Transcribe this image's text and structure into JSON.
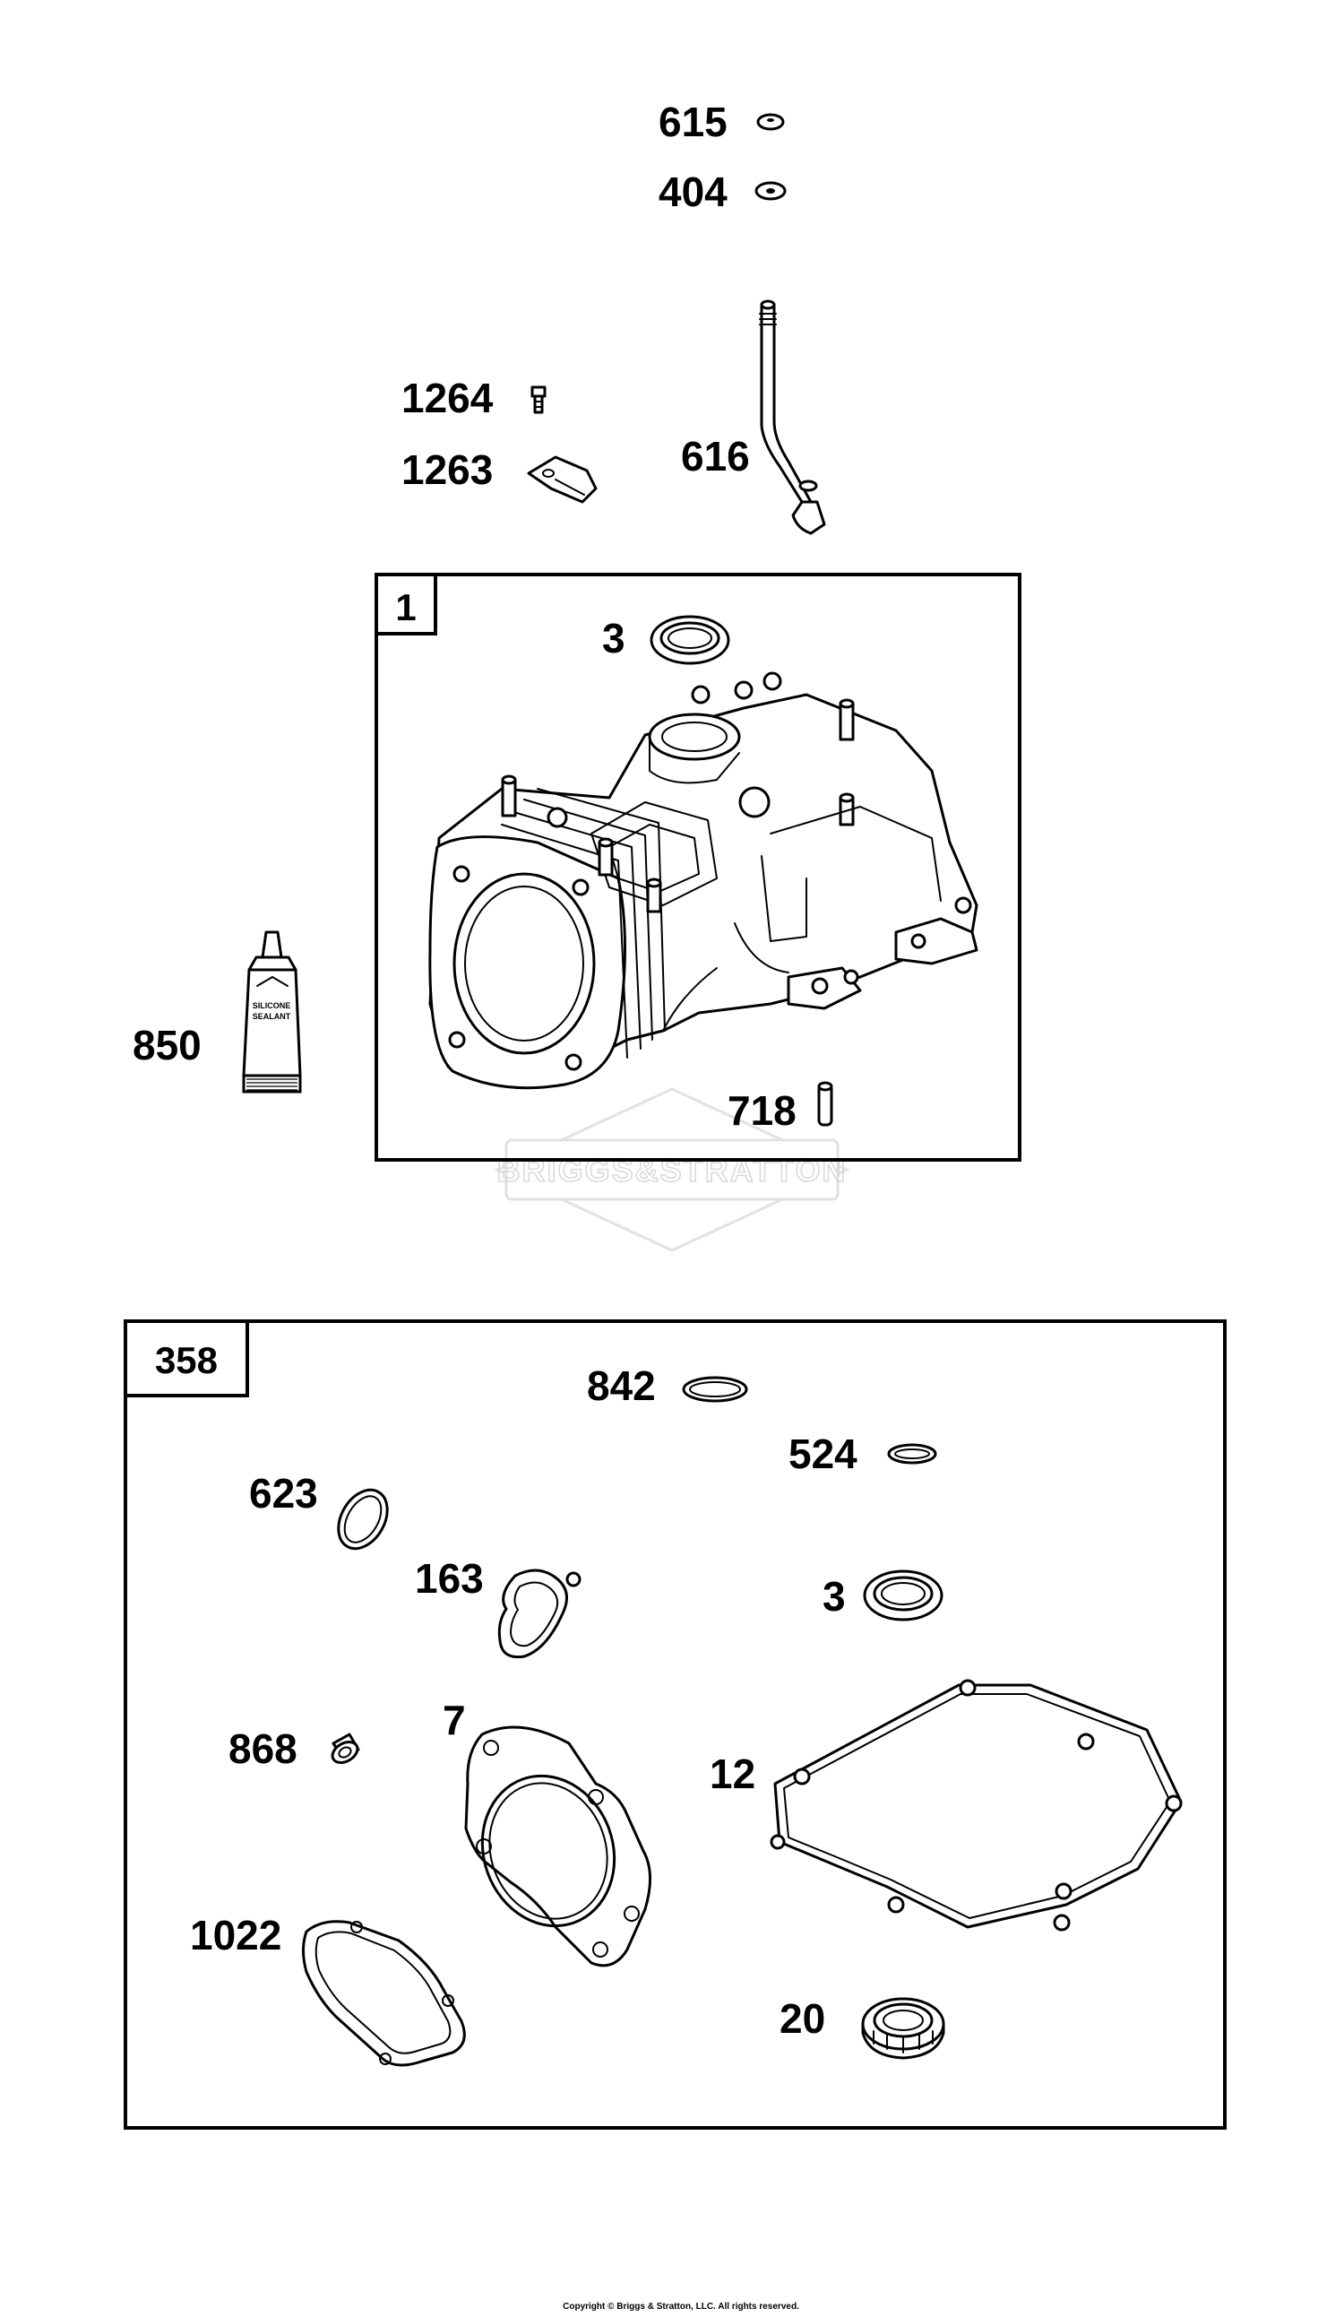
{
  "labels": {
    "p615": "615",
    "p404": "404",
    "p1264": "1264",
    "p1263": "1263",
    "p616": "616",
    "p850": "850",
    "p3_top": "3",
    "p718": "718",
    "p842": "842",
    "p524": "524",
    "p623": "623",
    "p163": "163",
    "p3_kit": "3",
    "p7": "7",
    "p868": "868",
    "p12": "12",
    "p1022": "1022",
    "p20": "20"
  },
  "boxes": {
    "cylinder_box": "1",
    "gasket_kit_box": "358"
  },
  "tube_text": {
    "line1": "SILICONE",
    "line2": "SEALANT"
  },
  "watermark": "BRIGGS&STRATTON",
  "copyright": "Copyright © Briggs & Stratton, LLC. All rights reserved."
}
